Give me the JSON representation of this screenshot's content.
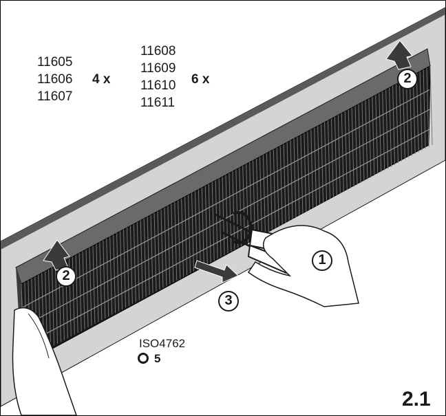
{
  "part_numbers_group_a": [
    "11605",
    "11606",
    "11607"
  ],
  "quantity_group_a": "4 x",
  "part_numbers_group_b": [
    "11608",
    "11609",
    "11610",
    "11611"
  ],
  "quantity_group_b": "6 x",
  "steps": {
    "step_1": "1",
    "step_2_right": "2",
    "step_2_left": "2",
    "step_3": "3"
  },
  "tool_spec": {
    "standard": "ISO4762",
    "hex_size": "5"
  },
  "figure_number": "2.1",
  "colors": {
    "wall_top": "#5a5a5a",
    "wall_face": "#d4d4d4",
    "module_dark": "#1c1c1c",
    "outline": "#1a1a1a"
  }
}
